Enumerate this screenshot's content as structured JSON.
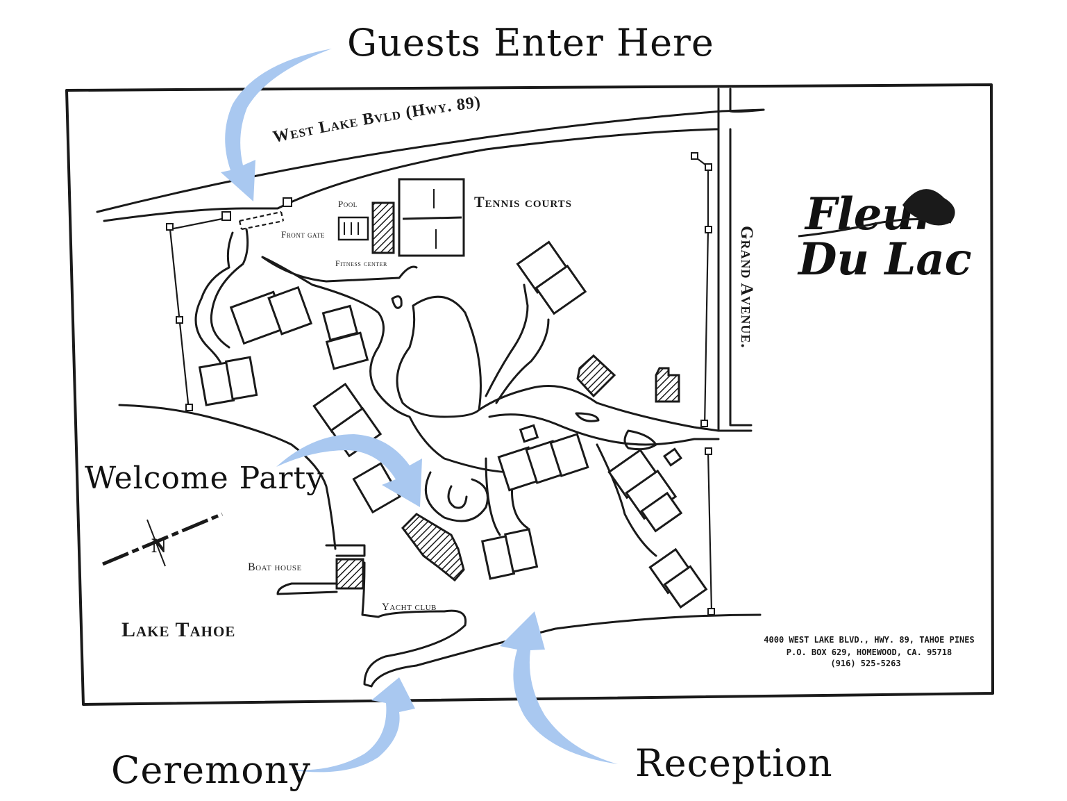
{
  "callouts": {
    "guests_enter": "Guests Enter Here",
    "welcome_party": "Welcome Party",
    "ceremony": "Ceremony",
    "reception": "Reception"
  },
  "map_labels": {
    "road_west": "West Lake Bvld (Hwy. 89)",
    "road_grand": "Grand Avenue.",
    "pool": "Pool",
    "front_gate": "Front gate",
    "fitness": "Fitness center",
    "tennis": "Tennis courts",
    "boat_house": "Boat house",
    "yacht_club": "Yacht club",
    "lake": "Lake Tahoe",
    "north": "N"
  },
  "logo": {
    "line1": "Fleur",
    "line2": "Du Lac"
  },
  "address": {
    "line1": "4000 WEST LAKE BLVD., HWY. 89, TAHOE PINES",
    "line2": "P.O. BOX 629, HOMEWOOD, CA. 95718",
    "line3": "(916) 525-5263"
  },
  "colors": {
    "arrow": "#a9c8f0",
    "ink": "#1a1a1a"
  }
}
